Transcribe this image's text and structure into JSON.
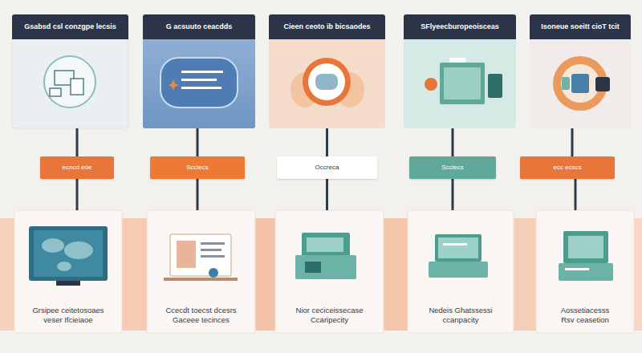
{
  "diagram": {
    "nodes": [
      {
        "text": [
          "Gsabsd csl conzgpe lecsis"
        ]
      },
      {
        "text": [
          "G acsuuto ceacdds"
        ]
      },
      {
        "text": [
          "Cieen ceoto ib bicsaodes"
        ]
      },
      {
        "text": [
          "SFlyeecburopeoisceas"
        ]
      },
      {
        "text": [
          "Isoneue soeitt cioT tcit"
        ]
      },
      {
        "text": [
          "ecncd eoe"
        ]
      },
      {
        "text": [
          "Scciecs"
        ]
      },
      {
        "text": [
          "Occreca"
        ]
      },
      {
        "text": [
          "Scciecs"
        ]
      },
      {
        "text": [
          "ecc ecscs"
        ]
      },
      {
        "text": [
          "Grsipee ceitetosoaes",
          "veser Ifcieiaoe"
        ]
      },
      {
        "text": [
          "Ccecdt toecst dcesrs",
          "Gaceee tecinces"
        ]
      },
      {
        "text": [
          "Nior ceciceissecase",
          "Ccaripecity"
        ]
      },
      {
        "text": [
          "Nedeis Ghatssessi",
          "ccanpacity"
        ]
      },
      {
        "text": [
          "Aossetiacesss",
          "Rsv ceasetion"
        ]
      }
    ],
    "edges": [
      {
        "from": 0,
        "to": 5,
        "arrow": "none"
      },
      {
        "from": 1,
        "to": 6,
        "arrow": "none"
      },
      {
        "from": 2,
        "to": 7,
        "arrow": "none"
      },
      {
        "from": 3,
        "to": 8,
        "arrow": "none"
      },
      {
        "from": 4,
        "to": 9,
        "arrow": "none"
      },
      {
        "from": 5,
        "to": 10,
        "arrow": "none"
      },
      {
        "from": 6,
        "to": 11,
        "arrow": "none"
      },
      {
        "from": 7,
        "to": 12,
        "arrow": "none"
      },
      {
        "from": 8,
        "to": 13,
        "arrow": "none"
      },
      {
        "from": 9,
        "to": 14,
        "arrow": "none"
      }
    ]
  }
}
